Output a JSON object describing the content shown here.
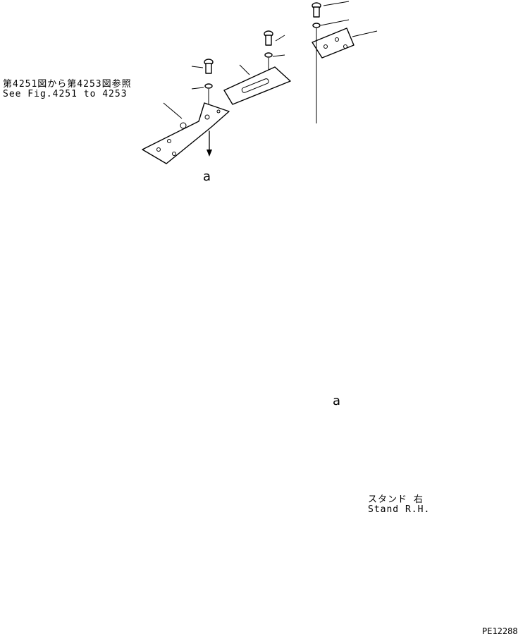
{
  "reference": {
    "japanese": "第4251図から第4253図参照",
    "english": "See Fig.4251 to 4253"
  },
  "view_markers": [
    "a",
    "a"
  ],
  "stand_label": {
    "japanese": "スタンド 右",
    "english": "Stand R.H."
  },
  "drawing_code": "PE12288"
}
